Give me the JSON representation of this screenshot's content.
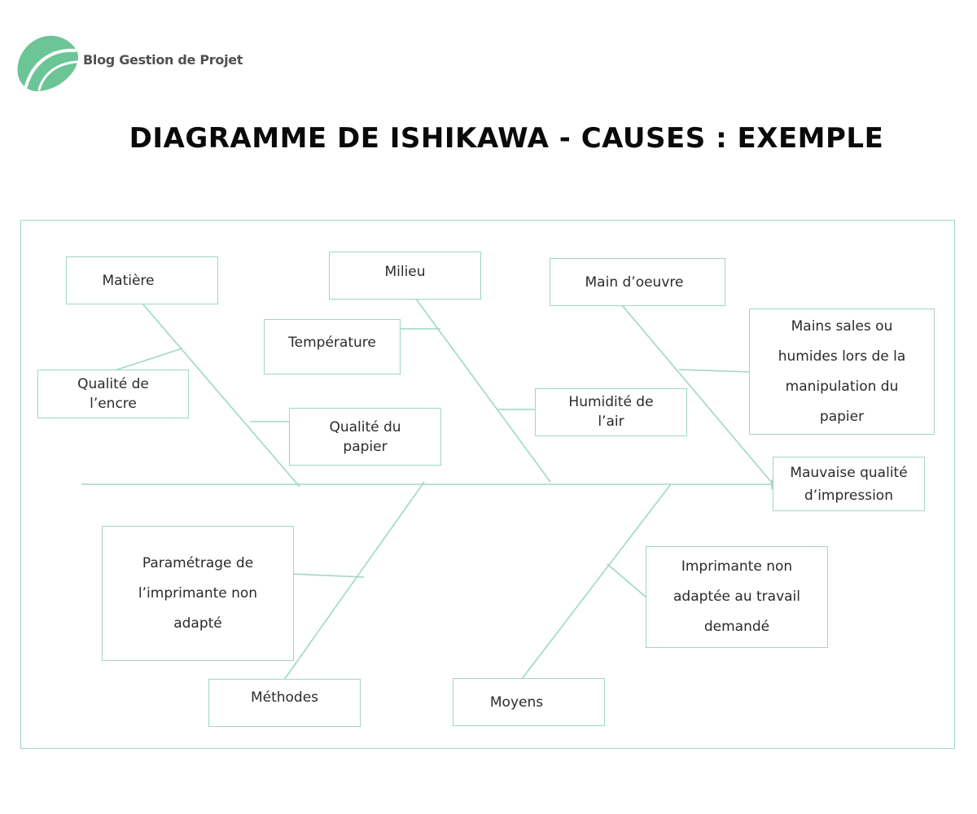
{
  "brand": {
    "name": "Blog Gestion de Projet",
    "color": "#6cc596"
  },
  "title": "DIAGRAMME DE ISHIKAWA - CAUSES : EXEMPLE",
  "colors": {
    "line": "#9fd8bf",
    "text": "#2b2b2b"
  },
  "effect": "Mauvaise qualité d’impression",
  "categories": {
    "matiere": "Matière",
    "milieu": "Milieu",
    "main_oeuvre": "Main d’oeuvre",
    "methodes": "Méthodes",
    "moyens": "Moyens"
  },
  "causes": {
    "qualite_encre": "Qualité de l’encre",
    "qualite_papier": "Qualité du papier",
    "temperature": "Température",
    "humidite_air": "Humidité de l’air",
    "mains_sales": "Mains sales ou humides lors de la manipulation du papier",
    "parametrage": "Paramétrage de l’imprimante non adapté",
    "imprimante": "Imprimante non adaptée au travail demandé"
  }
}
